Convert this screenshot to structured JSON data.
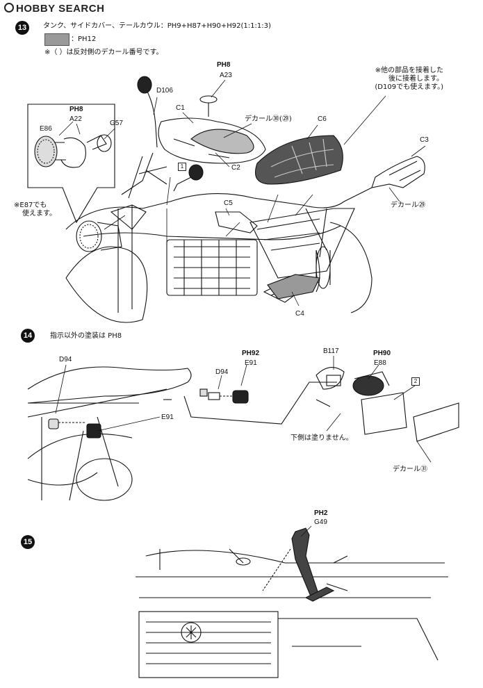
{
  "watermark": "HOBBY SEARCH",
  "step13": {
    "number": "13",
    "instruction": "タンク、サイドカバー、テールカウル：PH9+H87+H90+H92(1:1:1:3)",
    "swatch_note": "：PH12",
    "decal_note": "※（ ）は反対側のデカール番号です。",
    "labels": {
      "d106": "D106",
      "a23": "A23",
      "ph8_top": "PH8",
      "c1": "C1",
      "c2": "C2",
      "decal30": "デカール㉚(㉙)",
      "c6": "C6",
      "c3": "C3",
      "decal29": "デカール㉙",
      "c5": "C5",
      "c4": "C4",
      "e86": "E86",
      "a22": "A22",
      "g57": "G57",
      "ph8_left": "PH8",
      "box1": "1",
      "note_right": [
        "※他の部品を接着した",
        "後に接着します。",
        "(D109でも使えます。)"
      ],
      "note_left": [
        "※E87でも",
        "使えます。"
      ]
    }
  },
  "step14": {
    "number": "14",
    "instruction": "指示以外の塗装は PH8",
    "labels": {
      "d94_left": "D94",
      "e91_mid": "E91",
      "d94_mid": "D94",
      "ph92": "PH92",
      "e91_top": "E91",
      "b117": "B117",
      "ph90": "PH90",
      "e88": "E88",
      "box2": "2",
      "no_paint": "下側は塗りません。",
      "decal31": "デカール㉛"
    }
  },
  "step15": {
    "number": "15",
    "labels": {
      "ph2": "PH2",
      "g49": "G49"
    }
  }
}
